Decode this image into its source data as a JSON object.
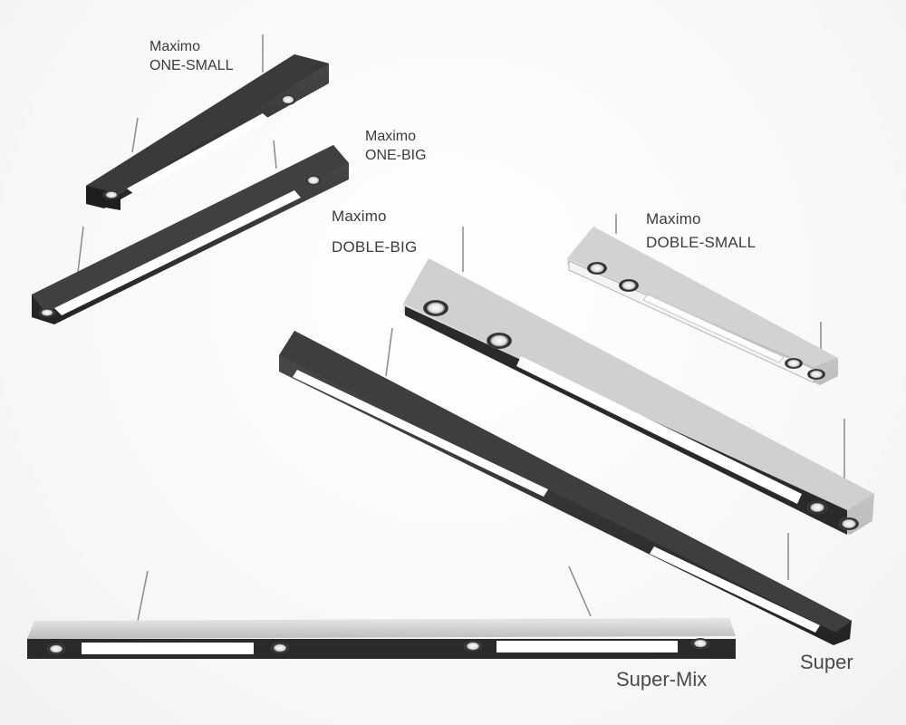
{
  "products": [
    {
      "id": "one-small",
      "brand": "Maximo",
      "model": "ONE-SMALL"
    },
    {
      "id": "one-big",
      "brand": "Maximo",
      "model": "ONE-BIG"
    },
    {
      "id": "doble-big",
      "brand": "Maximo",
      "model": "DOBLE-BIG"
    },
    {
      "id": "doble-small",
      "brand": "Maximo",
      "model": "DOBLE-SMALL"
    },
    {
      "id": "super",
      "model": "Super"
    },
    {
      "id": "super-mix",
      "model": "Super-Mix"
    }
  ],
  "colors": {
    "black": "#2b2b2b",
    "aluminium": "#c9c9c9",
    "diffuser": "#ffffff"
  }
}
